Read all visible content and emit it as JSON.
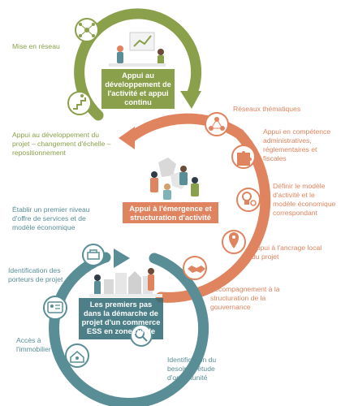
{
  "colors": {
    "green": "#8aa04a",
    "orange": "#e0845f",
    "teal": "#5a8e96",
    "dark_teal": "#2f6a73"
  },
  "stages": [
    {
      "title": "Appui au développement de l'activité et appui continu",
      "color": "#8aa04a",
      "icons": [
        "network-icon",
        "growth-stairs-icon"
      ],
      "items": [
        "Mise en réseau",
        "Appui au développement du projet – changement d'échelle – repositionnement"
      ]
    },
    {
      "title": "Appui à l'émergence et structuration d'activité",
      "color": "#e0845f",
      "icons": [
        "team-network-icon",
        "puzzle-icon",
        "lightbulb-gear-icon",
        "location-pin-icon",
        "handshake-icon"
      ],
      "items": [
        "Réseaux thématiques",
        "Appui en compétence administratives, réglementaires et fiscales",
        "Définir le modèle d'activité et le modèle économique correspondant",
        "Appui à l'ancrage local du projet",
        "Accompagnement à la structuration de la gouvernance",
        "Établir un premier niveau d'offre de services et de modèle économique"
      ]
    },
    {
      "title": "Les premiers pas dans la démarche de projet d'un commerce ESS en zone rurale",
      "color": "#5a8e96",
      "icons": [
        "tools-icon",
        "id-card-icon",
        "house-key-icon",
        "magnifier-icon"
      ],
      "items": [
        "Identification des porteurs de projet",
        "Accès à l'immobilier",
        "Identification du besoin et étude d'opportunité"
      ]
    }
  ]
}
